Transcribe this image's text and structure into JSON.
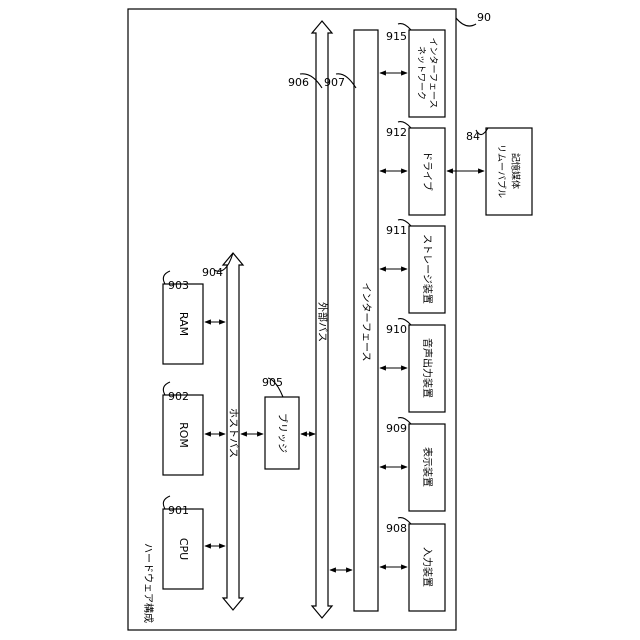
{
  "figure": {
    "ref": "90",
    "title": "ハードウェア構成"
  },
  "buses": {
    "host": {
      "ref": "904",
      "label": "ホストバス"
    },
    "external": {
      "ref": "906",
      "label": "外部バス"
    },
    "interface": {
      "ref": "907",
      "label": "インターフェース"
    }
  },
  "components": {
    "cpu": {
      "ref": "901",
      "label": "CPU"
    },
    "rom": {
      "ref": "902",
      "label": "ROM"
    },
    "ram": {
      "ref": "903",
      "label": "RAM"
    },
    "bridge": {
      "ref": "905",
      "label": "ブリッジ"
    }
  },
  "devices": {
    "input": {
      "ref": "908",
      "label": "入力装置"
    },
    "display": {
      "ref": "909",
      "label": "表示装置"
    },
    "audio_output": {
      "ref": "910",
      "label": "音声出力装置"
    },
    "storage": {
      "ref": "911",
      "label": "ストレージ装置"
    },
    "drive": {
      "ref": "912",
      "label": "ドライブ"
    },
    "network": {
      "ref": "915",
      "label_line1": "ネットワーク",
      "label_line2": "インターフェース"
    }
  },
  "media": {
    "removable": {
      "ref": "84",
      "label_line1": "リムーバブル",
      "label_line2": "記憶媒体"
    }
  }
}
